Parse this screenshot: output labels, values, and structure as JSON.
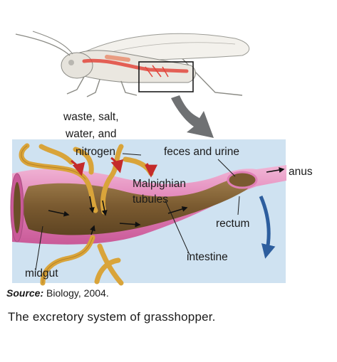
{
  "labels": {
    "inputs": [
      "waste, salt,",
      "water, and",
      "nitrogen"
    ],
    "feces_and_urine": "feces and urine",
    "anus": "anus",
    "malpighian": [
      "Malpighian",
      "tubules"
    ],
    "rectum": "rectum",
    "intestine": "intestine",
    "midgut": "midgut"
  },
  "source": {
    "prefix": "Source:",
    "text": "Biology, 2004."
  },
  "caption": "The excretory system of  grasshopper.",
  "colors": {
    "panel": "#cfe2f1",
    "gut_wall": "#e07fb6",
    "gut_inner": "#8a6a3c",
    "tubule": "#d9a43a",
    "arrow_blue": "#2d5e9e",
    "arrow_gray": "#6f7173",
    "highlight": "#e2463c"
  }
}
